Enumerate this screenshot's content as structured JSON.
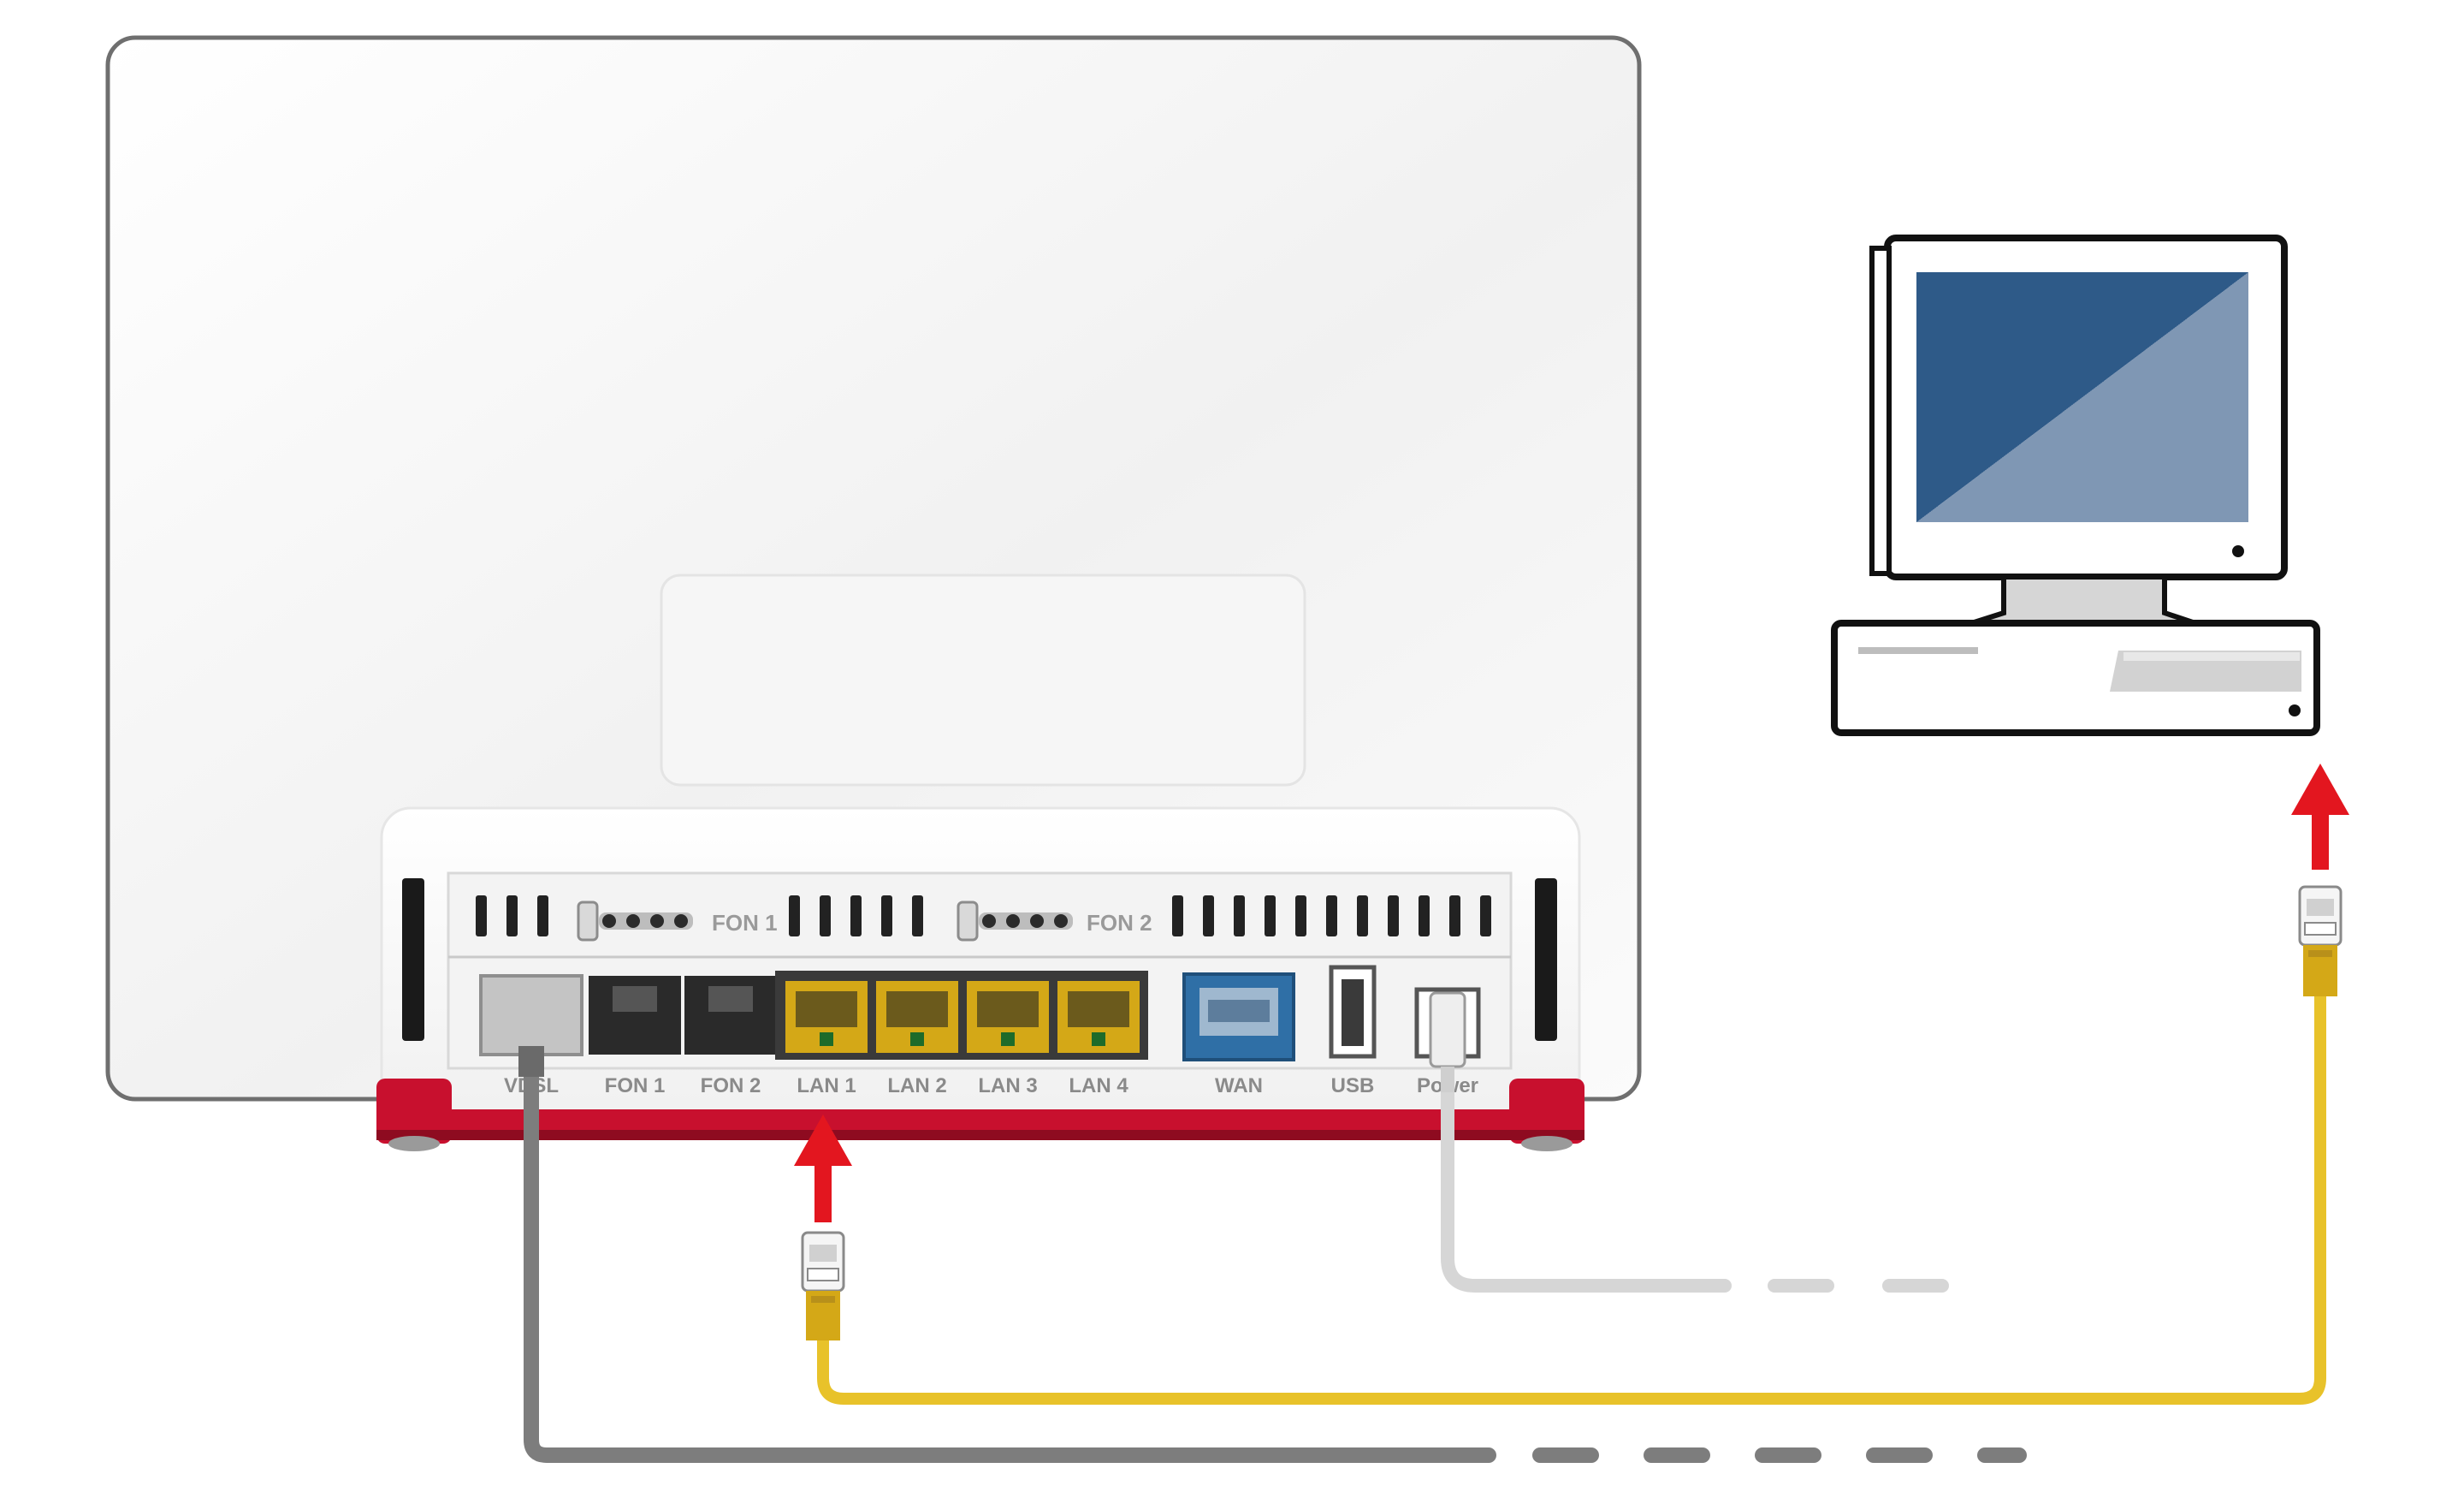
{
  "router": {
    "top_fon_labels": [
      "FON 1",
      "FON 2"
    ],
    "ports": [
      "VDSL",
      "FON 1",
      "FON 2",
      "LAN 1",
      "LAN 2",
      "LAN 3",
      "LAN 4",
      "WAN",
      "USB",
      "Power"
    ]
  },
  "colors": {
    "router_body": "#f4f4f4",
    "red_base": "#c8102e",
    "lan_port": "#d4a817",
    "wan_port": "#2f6fa6",
    "lan_cable": "#e8c22a",
    "dsl_cable": "#7d7d7d",
    "power_cable": "#d6d6d6",
    "arrow": "#e3161f",
    "screen_dark": "#2e5a88",
    "screen_light": "#7f97b4"
  },
  "connections": [
    {
      "from": "LAN 1",
      "to": "computer",
      "cable": "lan_cable"
    },
    {
      "from": "VDSL",
      "to": "offscreen",
      "cable": "dsl_cable"
    },
    {
      "from": "Power",
      "to": "offscreen",
      "cable": "power_cable"
    }
  ]
}
